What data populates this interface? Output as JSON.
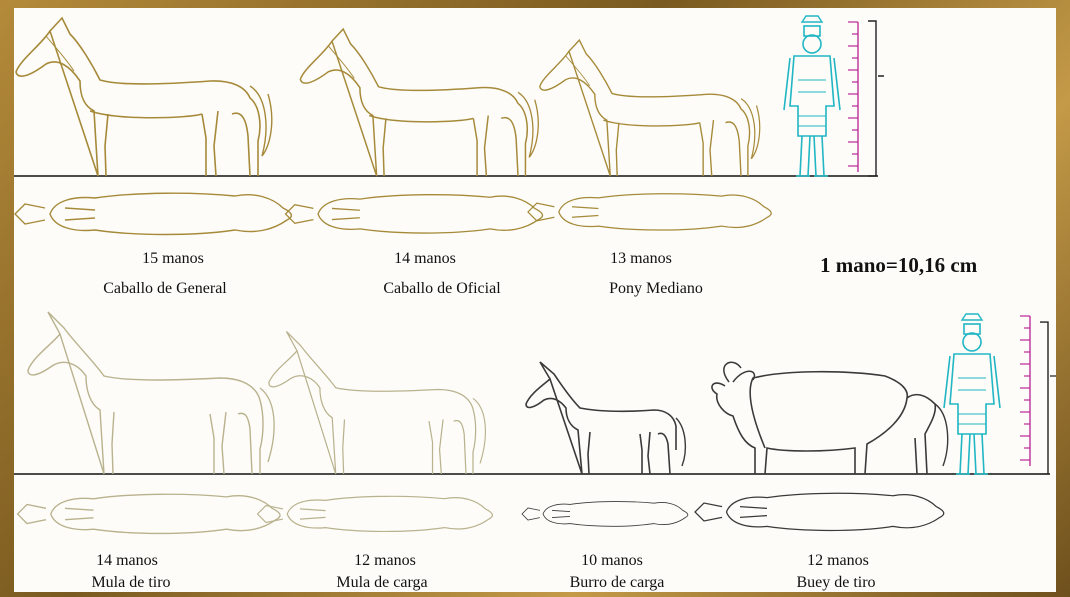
{
  "scale_note": "1 mano=10,16 cm",
  "colors": {
    "horse_outline": "#a68a3a",
    "mule_outline": "#b9b28e",
    "donkey_ox_outline": "#3a3a3a",
    "soldier": "#20b6c4",
    "scale_ticks": "#c0309a",
    "scale_bracket": "#222222"
  },
  "top_row": [
    {
      "hands": "15 manos",
      "name": "Caballo de General"
    },
    {
      "hands": "14 manos",
      "name": "Caballo de Oficial"
    },
    {
      "hands": "13 manos",
      "name": "Pony Mediano"
    }
  ],
  "bottom_row": [
    {
      "hands": "14 manos",
      "name": "Mula de tiro"
    },
    {
      "hands": "12 manos",
      "name": "Mula de carga"
    },
    {
      "hands": "10 manos",
      "name": "Burro de carga"
    },
    {
      "hands": "12 manos",
      "name": "Buey de tiro"
    }
  ],
  "icons": [
    "horse-side-icon",
    "horse-top-icon",
    "mule-side-icon",
    "donkey-side-icon",
    "ox-side-icon",
    "soldier-icon",
    "height-scale-icon"
  ]
}
